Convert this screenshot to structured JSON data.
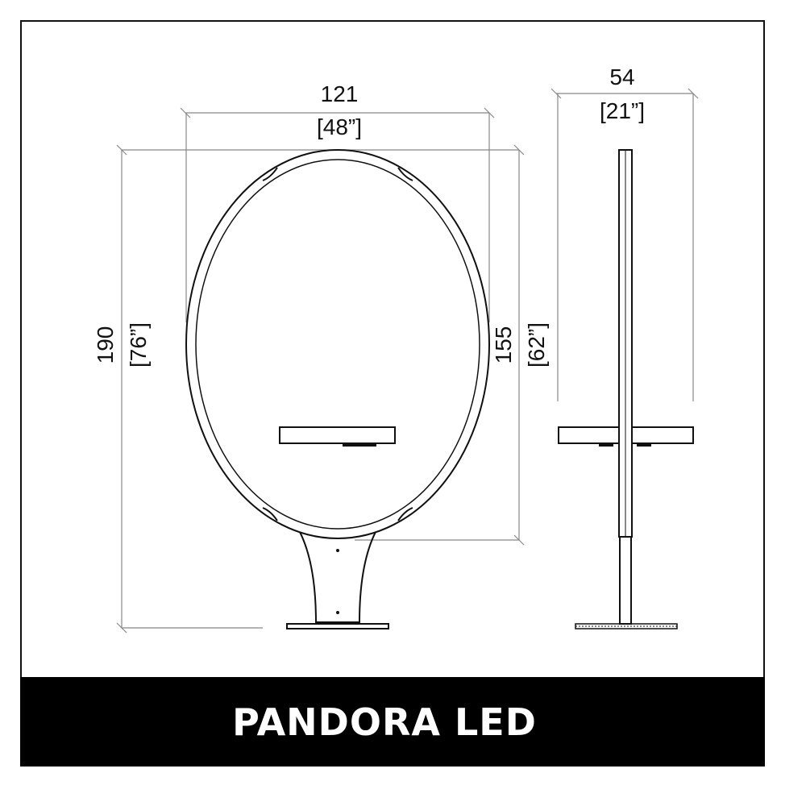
{
  "title": "PANDORA LED",
  "dimensions": {
    "width": {
      "cm": "121",
      "inch": "[48”]"
    },
    "depth": {
      "cm": "54",
      "inch": "[21”]"
    },
    "total_height": {
      "cm": "190",
      "inch": "[76”]"
    },
    "mirror_height": {
      "cm": "155",
      "inch": "[62”]"
    }
  },
  "colors": {
    "line": "#111111",
    "dim_line": "#888888",
    "footer_bg": "#000000",
    "footer_text": "#ffffff"
  }
}
